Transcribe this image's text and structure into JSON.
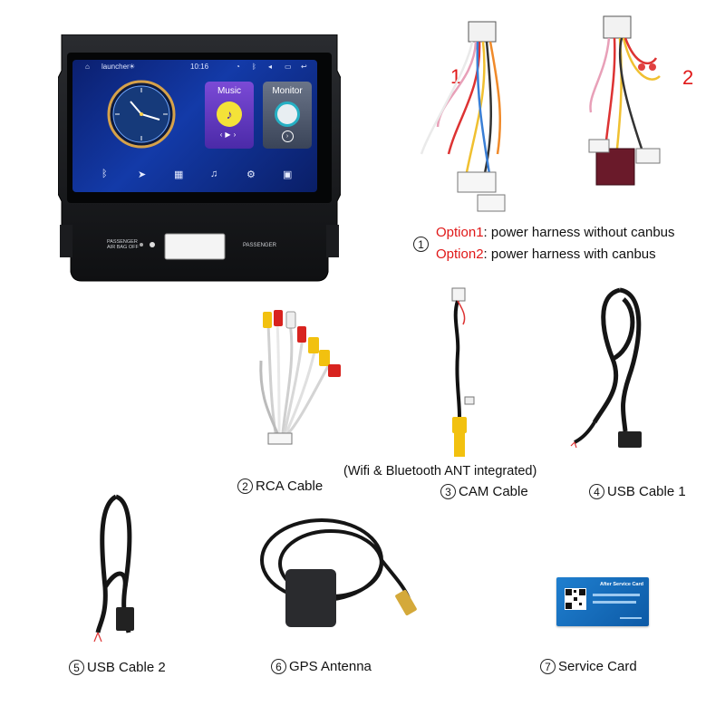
{
  "head_unit": {
    "status_time": "10:16",
    "status_left": "launcher",
    "tile_music": "Music",
    "tile_monitor": "Monitor",
    "panel_left": "PASSENGER\nAIR BAG OFF",
    "panel_right": "PASSENGER"
  },
  "harness": {
    "label_1": "1",
    "label_2": "2",
    "number": "1",
    "option1_name": "Option1",
    "option1_text": ": power harness without canbus",
    "option2_name": "Option2",
    "option2_text": ": power harness with canbus"
  },
  "note": "(Wifi & Bluetooth ANT integrated)",
  "items": [
    {
      "num": "2",
      "label": "RCA Cable"
    },
    {
      "num": "3",
      "label": "CAM Cable"
    },
    {
      "num": "4",
      "label": "USB Cable 1"
    },
    {
      "num": "5",
      "label": "USB Cable 2"
    },
    {
      "num": "6",
      "label": "GPS Antenna"
    },
    {
      "num": "7",
      "label": "Service Card"
    }
  ],
  "service_card": {
    "title": "After Service Card"
  },
  "colors": {
    "accent_red": "#e01818",
    "rca_yellow": "#f2c10f",
    "rca_red": "#d8231f",
    "card_blue": "#1f7fcf"
  }
}
